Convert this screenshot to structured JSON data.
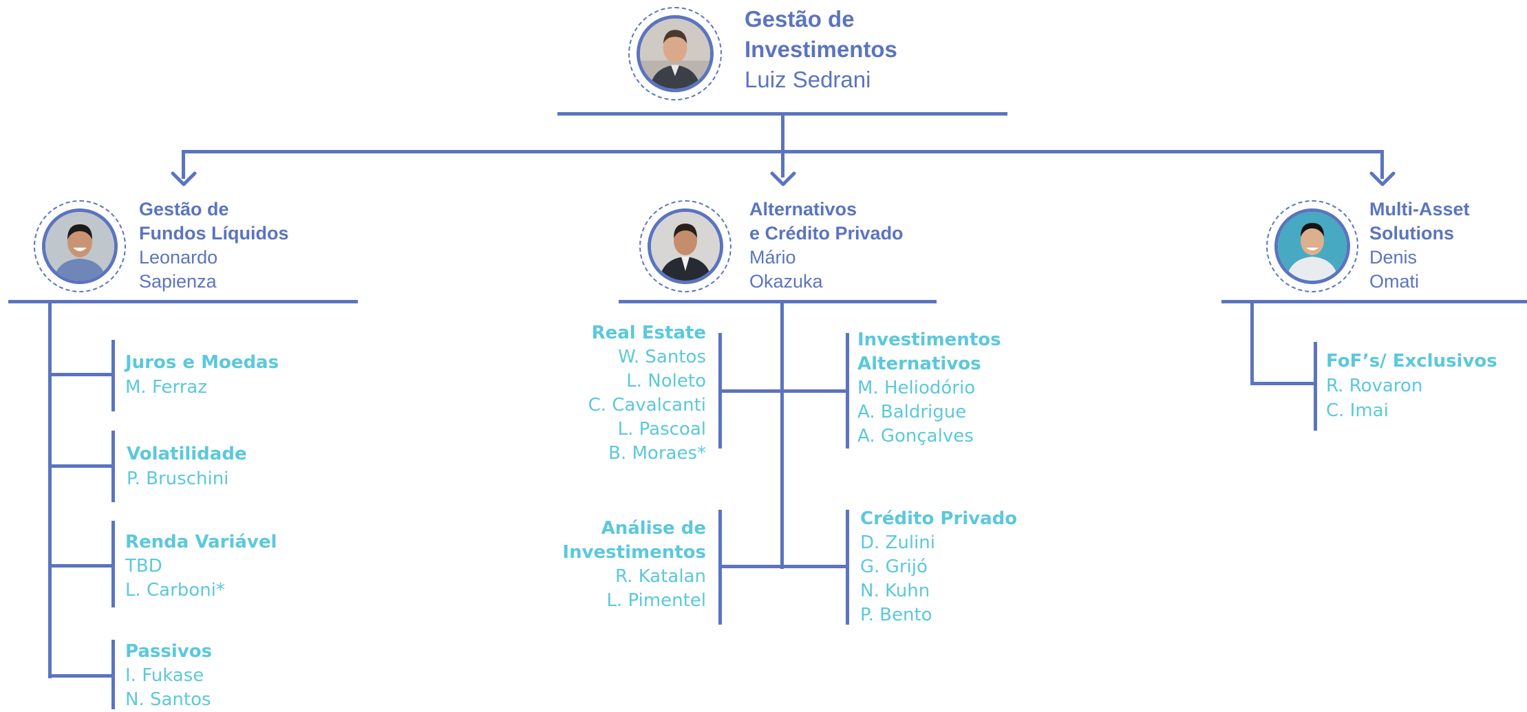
{
  "top": {
    "title_line1": "Gestão de",
    "title_line2": "Investimentos",
    "name": "Luiz Sedrani",
    "avatar_icon": "person-photo"
  },
  "left": {
    "title_line1": "Gestão de",
    "title_line2": "Fundos Líquidos",
    "name_line1": "Leonardo",
    "name_line2": "Sapienza",
    "teams": [
      {
        "title": "Juros e Moedas",
        "members": [
          "M. Ferraz"
        ]
      },
      {
        "title": "Volatilidade",
        "members": [
          "P. Bruschini"
        ]
      },
      {
        "title": "Renda Variável",
        "members": [
          "TBD",
          "L. Carboni*"
        ]
      },
      {
        "title": "Passivos",
        "members": [
          "I. Fukase",
          "N. Santos"
        ]
      }
    ]
  },
  "center": {
    "title_line1": "Alternativos",
    "title_line2": "e Crédito Privado",
    "name_line1": "Mário",
    "name_line2": "Okazuka",
    "teams": [
      {
        "title": "Real Estate",
        "members": [
          "W. Santos",
          "L. Noleto",
          "C. Cavalcanti",
          "L. Pascoal",
          "B. Moraes*"
        ]
      },
      {
        "title_line1": "Investimentos",
        "title_line2": "Alternativos",
        "members": [
          "M. Heliodório",
          "A. Baldrigue",
          "A. Gonçalves"
        ]
      },
      {
        "title_line1": "Análise de",
        "title_line2": "Investimentos",
        "members": [
          "R. Katalan",
          "L. Pimentel"
        ]
      },
      {
        "title": "Crédito Privado",
        "members": [
          "D. Zulini",
          "G. Grijó",
          "N. Kuhn",
          "P. Bento"
        ]
      }
    ]
  },
  "right": {
    "title_line1": "Multi-Asset",
    "title_line2": "Solutions",
    "name_line1": "Denis",
    "name_line2": "Omati",
    "teams": [
      {
        "title": "FoF’s/ Exclusivos",
        "members": [
          "R. Rovaron",
          "C. Imai"
        ]
      }
    ]
  },
  "colors": {
    "line": "#5b74c0",
    "team_text": "#5bc8dc",
    "manager_text": "#5b74c0"
  }
}
